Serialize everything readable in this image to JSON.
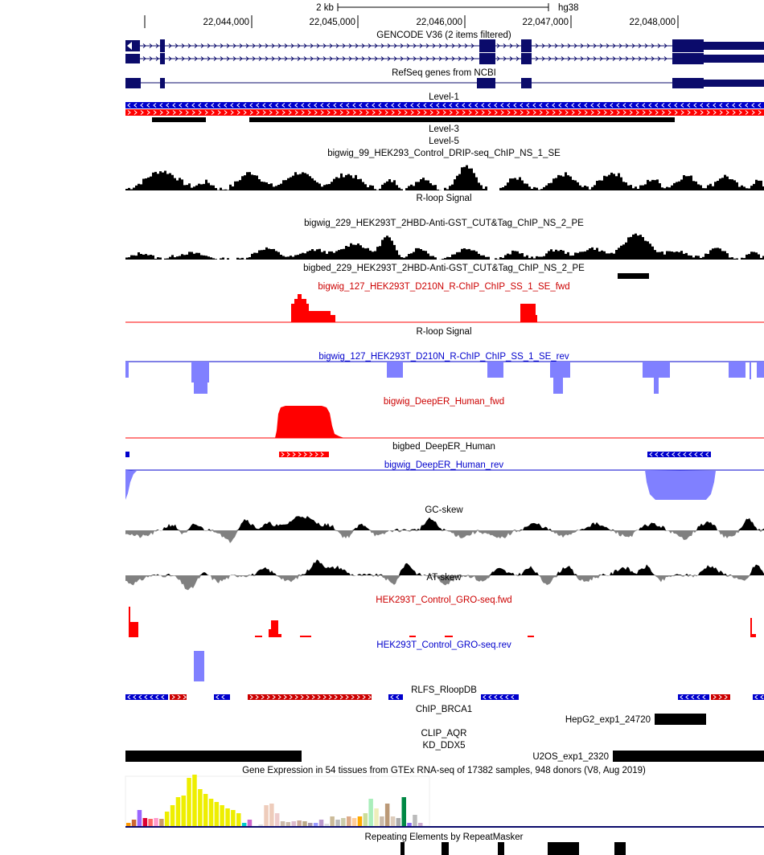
{
  "scale": {
    "text": "2 kb",
    "assembly": "hg38"
  },
  "ruler": {
    "positions": [
      "22,044,000",
      "22,045,000",
      "22,046,000",
      "22,047,000",
      "22,048,000"
    ]
  },
  "colors": {
    "gene": "#0b0b6b",
    "black": "#000000",
    "red": "#ff0000",
    "blue": "#0000cc",
    "lightblue": "#8080ff",
    "gray": "#808080"
  },
  "tracks": [
    {
      "id": "gencode",
      "label": "GENCODE V36 (2 items filtered)",
      "color": "#000000"
    },
    {
      "id": "refseq",
      "label": "RefSeq genes from NCBI",
      "color": "#000000"
    },
    {
      "id": "level1",
      "label": "Level-1",
      "color": "#000000"
    },
    {
      "id": "level3",
      "label": "Level-3",
      "color": "#000000"
    },
    {
      "id": "level5",
      "label": "Level-5",
      "color": "#000000"
    },
    {
      "id": "bigwig99",
      "label": "bigwig_99_HEK293_Control_DRIP-seq_ChIP_NS_1_SE",
      "color": "#000000"
    },
    {
      "id": "rloop1",
      "label": "R-loop Signal",
      "color": "#000000"
    },
    {
      "id": "bigwig229",
      "label": "bigwig_229_HEK293T_2HBD-Anti-GST_CUT&Tag_ChIP_NS_2_PE",
      "color": "#000000"
    },
    {
      "id": "bigbed229",
      "label": "bigbed_229_HEK293T_2HBD-Anti-GST_CUT&Tag_ChIP_NS_2_PE",
      "color": "#000000"
    },
    {
      "id": "bw127fwd",
      "label": "bigwig_127_HEK293T_D210N_R-ChIP_ChIP_SS_1_SE_fwd",
      "color": "#cc0000"
    },
    {
      "id": "rloop2",
      "label": "R-loop Signal",
      "color": "#000000"
    },
    {
      "id": "bw127rev",
      "label": "bigwig_127_HEK293T_D210N_R-ChIP_ChIP_SS_1_SE_rev",
      "color": "#0000cc"
    },
    {
      "id": "deeperfwd",
      "label": "bigwig_DeepER_Human_fwd",
      "color": "#cc0000"
    },
    {
      "id": "deeperbed",
      "label": "bigbed_DeepER_Human",
      "color": "#000000"
    },
    {
      "id": "deeperrev",
      "label": "bigwig_DeepER_Human_rev",
      "color": "#0000cc"
    },
    {
      "id": "gcskew",
      "label": "GC-skew",
      "color": "#000000"
    },
    {
      "id": "atskew",
      "label": "AT-skew",
      "color": "#000000"
    },
    {
      "id": "grofwd",
      "label": "HEK293T_Control_GRO-seq.fwd",
      "color": "#cc0000"
    },
    {
      "id": "grorev",
      "label": "HEK293T_Control_GRO-seq.rev",
      "color": "#0000cc"
    },
    {
      "id": "rlfs",
      "label": "RLFS_RloopDB",
      "color": "#000000"
    },
    {
      "id": "brca1",
      "label": "ChIP_BRCA1",
      "color": "#000000"
    },
    {
      "id": "clipaqr",
      "label": "CLIP_AQR",
      "color": "#000000"
    },
    {
      "id": "kdddx5",
      "label": "KD_DDX5",
      "color": "#000000"
    },
    {
      "id": "gtex",
      "label": "Gene Expression in 54 tissues from GTEx RNA-seq of 17382 samples, 948 donors (V8, Aug 2019)",
      "color": "#000000"
    },
    {
      "id": "rmsk",
      "label": "Repeating Elements by RepeatMasker",
      "color": "#000000"
    }
  ],
  "item_labels": {
    "hepg2": "HepG2_exp1_24720",
    "u2os": "U2OS_exp1_2320"
  }
}
